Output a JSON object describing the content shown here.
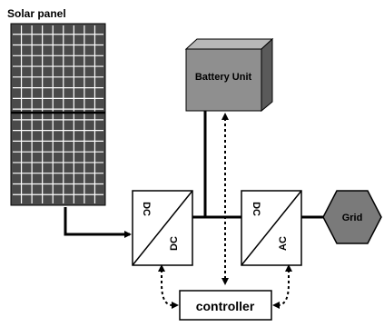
{
  "diagram": {
    "solar_panel_label": "Solar panel",
    "battery_label": "Battery Unit",
    "grid_label": "Grid",
    "controller_label": "controller",
    "converter1": {
      "input_label": "DC",
      "output_label": "DC"
    },
    "converter2": {
      "input_label": "DC",
      "output_label": "AC"
    },
    "colors": {
      "panel_fill": "#4a4a4a",
      "panel_grid": "#ffffff",
      "battery_front": "#8f8f8f",
      "battery_top": "#b8b8b8",
      "battery_side": "#5a5a5a",
      "grid_fill": "#7a7a7a"
    }
  }
}
